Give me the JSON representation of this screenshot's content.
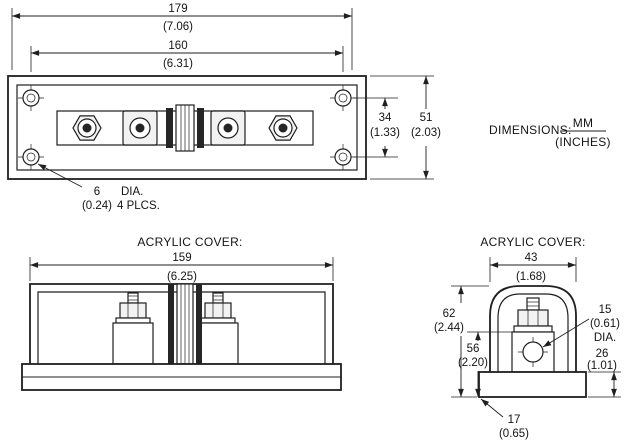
{
  "colors": {
    "ink": "#1f1f1f",
    "background": "#ffffff"
  },
  "legend": {
    "label": "DIMENSIONS:",
    "mm": "MM",
    "inches": "(INCHES)"
  },
  "top_view": {
    "overall_width": {
      "mm": "179",
      "in": "(7.06)"
    },
    "hole_span": {
      "mm": "160",
      "in": "(6.31)"
    },
    "hole_vspan": {
      "mm": "34",
      "in": "(1.33)"
    },
    "overall_height": {
      "mm": "51",
      "in": "(2.03)"
    },
    "hole_note": {
      "mm": "6",
      "in": "(0.24)",
      "dia": "DIA.",
      "plcs": "4 PLCS."
    }
  },
  "front_view": {
    "title": "ACRYLIC COVER:",
    "cover_width": {
      "mm": "159",
      "in": "(6.25)"
    }
  },
  "side_view": {
    "title": "ACRYLIC COVER:",
    "cover_width": {
      "mm": "43",
      "in": "(1.68)"
    },
    "overall_height": {
      "mm": "62",
      "in": "(2.44)"
    },
    "terminal_height": {
      "mm": "56",
      "in": "(2.20)"
    },
    "hole": {
      "mm": "15",
      "in": "(0.61)",
      "dia": "DIA."
    },
    "base_side": {
      "mm": "26",
      "in": "(1.01)"
    },
    "base_height": {
      "mm": "17",
      "in": "(0.65)"
    }
  }
}
